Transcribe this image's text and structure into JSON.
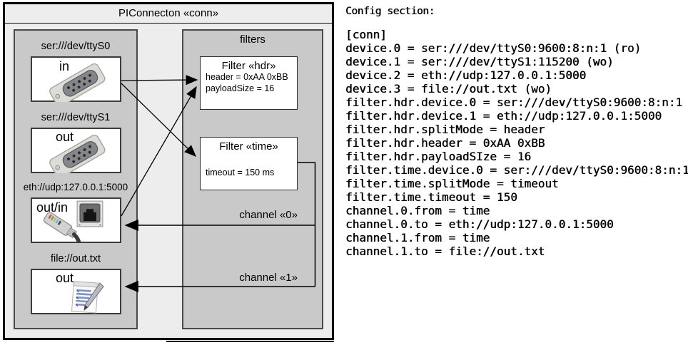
{
  "diagram": {
    "title": "PIConnecton «conn»",
    "devices": [
      {
        "label": "ser:///dev/ttyS0",
        "direction": "in",
        "icon": "db9-serial-connector"
      },
      {
        "label": "ser:///dev/ttyS1",
        "direction": "out",
        "icon": "db9-serial-connector"
      },
      {
        "label": "eth://udp:127.0.0.1:5000",
        "direction": "out/in",
        "icon": "ethernet-jack-and-plug"
      },
      {
        "label": "file://out.txt",
        "direction": "out",
        "icon": "notepad-pencil"
      }
    ],
    "filters_label": "filters",
    "filters": [
      {
        "title": "Filter «hdr»",
        "properties": [
          "header = 0xAA 0xBB",
          "payloadSize = 16"
        ]
      },
      {
        "title": "Filter «time»",
        "properties": [
          "timeout = 150 ms"
        ]
      }
    ],
    "channels": [
      {
        "label": "channel «0»"
      },
      {
        "label": "channel «1»"
      }
    ]
  },
  "config": {
    "heading": "Config section:",
    "lines": [
      "[conn]",
      "device.0 = ser:///dev/ttyS0:9600:8:n:1 (ro)",
      "device.1 = ser:///dev/ttyS1:115200 (wo)",
      "device.2 = eth://udp:127.0.0.1:5000",
      "device.3 = file://out.txt (wo)",
      "filter.hdr.device.0 = ser:///dev/ttyS0:9600:8:n:1",
      "filter.hdr.device.1 = eth://udp:127.0.0.1:5000",
      "filter.hdr.splitMode = header",
      "filter.hdr.header = 0xAA 0xBB",
      "filter.hdr.payloadSIze = 16",
      "filter.time.device.0 = ser:///dev/ttyS0:9600:8:n:1",
      "filter.time.splitMode = timeout",
      "filter.time.timeout = 150",
      "channel.0.from = time",
      "channel.0.to = eth://udp:127.0.0.1:5000",
      "channel.1.from = time",
      "channel.1.to = file://out.txt"
    ]
  },
  "colors": {
    "outer_bg": "#ededed",
    "group_bg": "#c9c9c9",
    "box_bg": "#ffffff",
    "outer_border": "#000000",
    "group_border": "#4a4a4a",
    "text": "#000000"
  }
}
